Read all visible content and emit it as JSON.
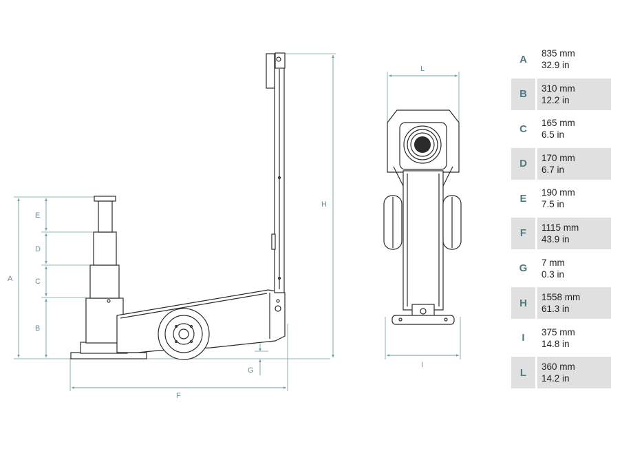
{
  "side_view": {
    "labels": {
      "A": "A",
      "B": "B",
      "C": "C",
      "D": "D",
      "E": "E",
      "F": "F",
      "G": "G",
      "H": "H"
    }
  },
  "front_view": {
    "labels": {
      "L": "L",
      "I": "I"
    }
  },
  "colors": {
    "dimension": "#6f9ea3",
    "letter": "#4f7a80",
    "shade": "#e0e0e0",
    "line": "#2b2b2b"
  },
  "specs": [
    {
      "letter": "A",
      "metric": "835 mm",
      "imperial": "32.9 in",
      "shaded": false
    },
    {
      "letter": "B",
      "metric": "310 mm",
      "imperial": "12.2 in",
      "shaded": true
    },
    {
      "letter": "C",
      "metric": "165 mm",
      "imperial": "6.5 in",
      "shaded": false
    },
    {
      "letter": "D",
      "metric": "170 mm",
      "imperial": "6.7 in",
      "shaded": true
    },
    {
      "letter": "E",
      "metric": "190 mm",
      "imperial": "7.5 in",
      "shaded": false
    },
    {
      "letter": "F",
      "metric": "1115 mm",
      "imperial": "43.9 in",
      "shaded": true
    },
    {
      "letter": "G",
      "metric": "7 mm",
      "imperial": "0.3 in",
      "shaded": false
    },
    {
      "letter": "H",
      "metric": "1558 mm",
      "imperial": "61.3 in",
      "shaded": true
    },
    {
      "letter": "I",
      "metric": "375 mm",
      "imperial": "14.8 in",
      "shaded": false
    },
    {
      "letter": "L",
      "metric": "360 mm",
      "imperial": "14.2 in",
      "shaded": true
    }
  ]
}
